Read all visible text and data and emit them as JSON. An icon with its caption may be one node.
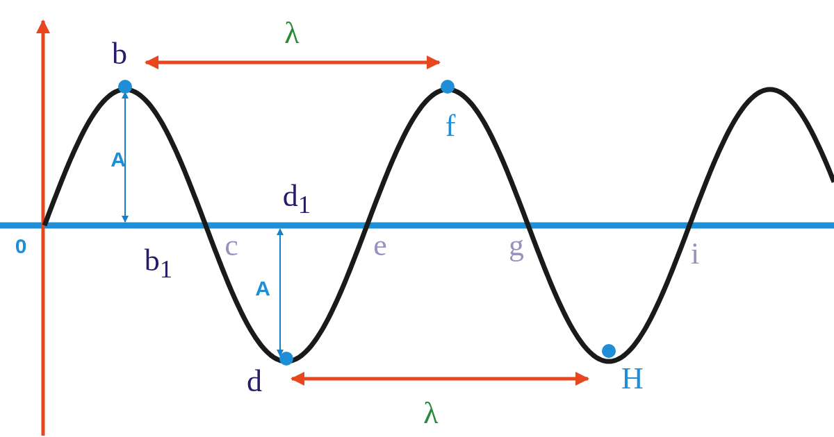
{
  "diagram": {
    "labels": [
      "b",
      "λ",
      "f",
      "A",
      "d$_{1}$",
      "0",
      "b$_{1}$",
      "c",
      "e",
      "g",
      "i",
      "A",
      "d",
      "H",
      "λ"
    ]
  }
}
